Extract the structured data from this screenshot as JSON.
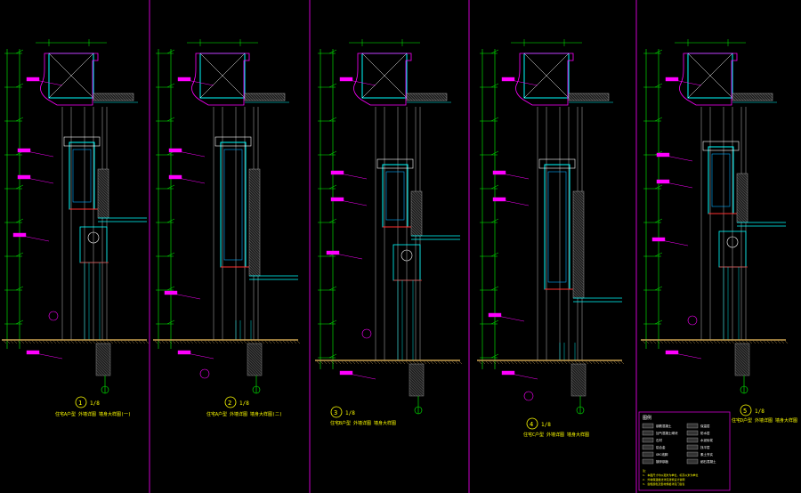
{
  "drawing": {
    "background": "#000000",
    "colors": {
      "frame": "#cc00cc",
      "dimension": "#00ff00",
      "annotation": "#ff00ff",
      "wall": "#ffffff",
      "glass": "#00ffff",
      "leader": "#ffff00",
      "ground": "#c8a050",
      "red": "#ff3030"
    },
    "panels": [
      {
        "id": "1",
        "title": "1/8",
        "caption": "住宅A户型 外墙详图 墙身大样图(一)"
      },
      {
        "id": "2",
        "title": "1/8",
        "caption": "住宅A户型 外墙详图 墙身大样图(二)"
      },
      {
        "id": "3",
        "title": "1/8",
        "caption": "住宅B户型 外墙详图 墙身大样图"
      },
      {
        "id": "4",
        "title": "1/8",
        "caption": "住宅C户型 外墙详图 墙身大样图"
      },
      {
        "id": "5",
        "title": "1/8",
        "caption": "住宅D户型 外墙详图 墙身大样图"
      }
    ],
    "legend": {
      "title": "图例",
      "rows": [
        [
          "钢筋混凝土",
          "保温层"
        ],
        [
          "加气混凝土砌块",
          "防水层"
        ],
        [
          "石材",
          "水泥砂浆"
        ],
        [
          "铝合金",
          "找平层"
        ],
        [
          "GRC线脚",
          "素土夯实"
        ],
        [
          "镀锌钢板",
          "细石混凝土"
        ]
      ],
      "notes": [
        "注：",
        "1. 本图尺寸均以毫米为单位，标高以米为单位",
        "2. 外墙保温做法详见建筑设计说明",
        "3. 窗框颜色及型材规格详见门窗表"
      ]
    }
  }
}
